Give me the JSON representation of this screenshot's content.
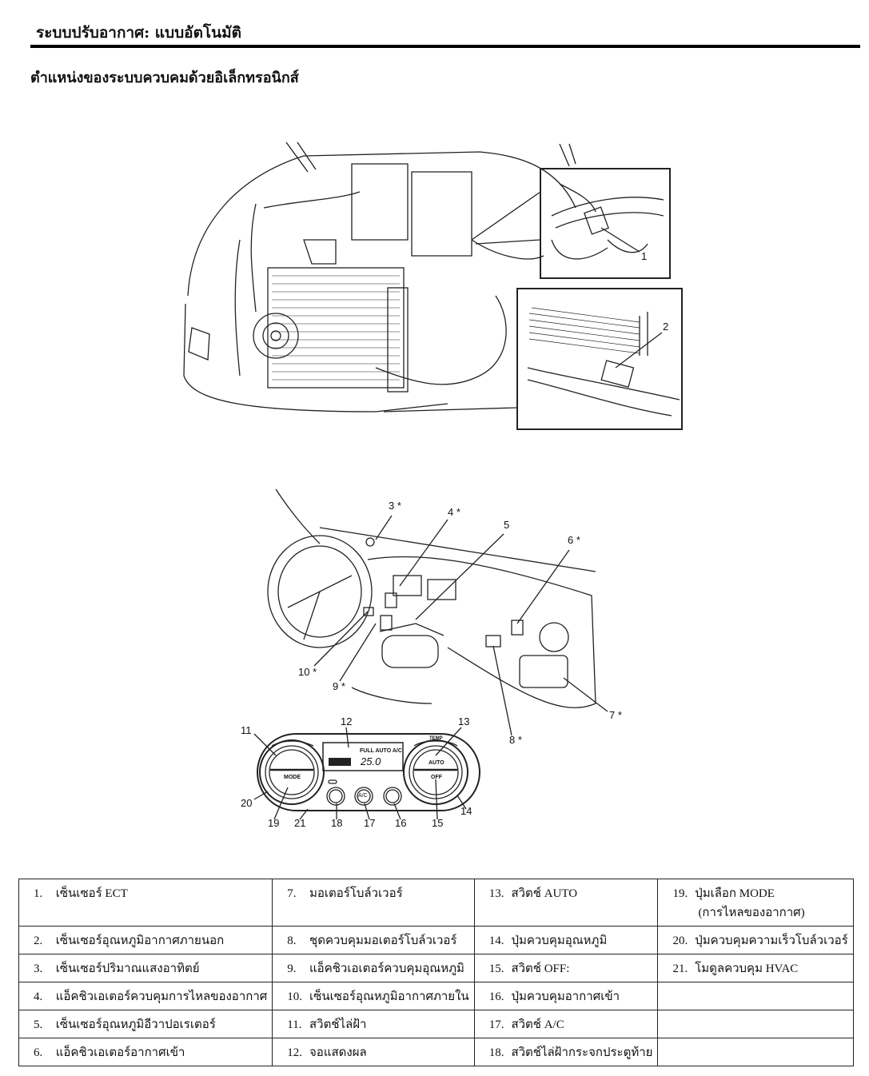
{
  "header": {
    "title": "ระบบปรับอากาศ: แบบอัตโนมัติ"
  },
  "section": {
    "title": "ตำแหน่งของระบบควบคมด้วยอิเล็กทรอนิกส์"
  },
  "engine_figure": {
    "callouts": [
      "1",
      "2"
    ]
  },
  "dash_figure": {
    "callouts": [
      "3 *",
      "4 *",
      "5",
      "6 *",
      "7 *",
      "8 *",
      "9 *",
      "10 *"
    ]
  },
  "panel_figure": {
    "callouts": [
      "11",
      "12",
      "13",
      "14",
      "15",
      "16",
      "17",
      "18",
      "19",
      "20",
      "21"
    ],
    "display_mode": "FULL AUTO A/C",
    "display_temp": "25.0",
    "knob_mode": "MODE",
    "knob_auto": "AUTO",
    "knob_off": "OFF",
    "temp_label": "TEMP",
    "ac_button": "A/C"
  },
  "legend": [
    [
      "1.",
      "เซ็นเซอร์ ECT"
    ],
    [
      "2.",
      "เซ็นเซอร์อุณหภูมิอากาศภายนอก"
    ],
    [
      "3.",
      "เซ็นเซอร์ปริมาณแสงอาทิตย์"
    ],
    [
      "4.",
      "แอ็คชิวเอเตอร์ควบคุมการไหลของอากาศ"
    ],
    [
      "5.",
      "เซ็นเซอร์อุณหภูมิอีวาปอเรเตอร์"
    ],
    [
      "6.",
      "แอ็คชิวเอเตอร์อากาศเข้า"
    ],
    [
      "7.",
      "มอเตอร์โบล์วเวอร์"
    ],
    [
      "8.",
      "ชุดควบคุมมอเตอร์โบล์วเวอร์"
    ],
    [
      "9.",
      "แอ็คชิวเอเตอร์ควบคุมอุณหภูมิ"
    ],
    [
      "10.",
      "เซ็นเซอร์อุณหภูมิอากาศภายใน"
    ],
    [
      "11.",
      "สวิตช์ไล่ฝ้า"
    ],
    [
      "12.",
      "จอแสดงผล"
    ],
    [
      "13.",
      "สวิตช์ AUTO"
    ],
    [
      "14.",
      "ปุ่มควบคุมอุณหภูมิ"
    ],
    [
      "15.",
      "สวิตช์ OFF:"
    ],
    [
      "16.",
      "ปุ่มควบคุมอากาศเข้า"
    ],
    [
      "17.",
      "สวิตช์ A/C"
    ],
    [
      "18.",
      "สวิตช์ไล่ฝ้ากระจกประตูท้าย"
    ],
    [
      "19.",
      "ปุ่มเลือก MODE",
      "(การไหลของอากาศ)"
    ],
    [
      "20.",
      "ปุ่มควบคุมความเร็วโบล์วเวอร์"
    ],
    [
      "21.",
      "โมดูลควบคุม HVAC"
    ]
  ]
}
